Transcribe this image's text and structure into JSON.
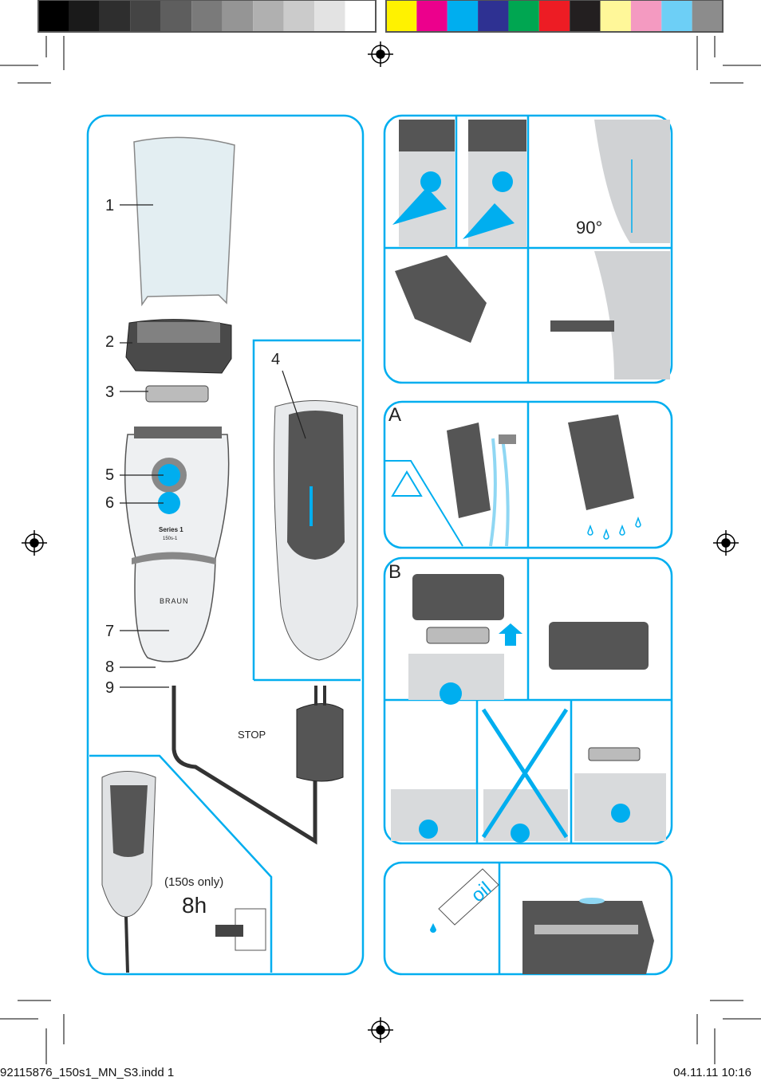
{
  "color_bar": {
    "grays": [
      "#000000",
      "#1a1a1a",
      "#2e2e2e",
      "#444444",
      "#5e5e5e",
      "#7a7a7a",
      "#959595",
      "#b0b0b0",
      "#cbcbcb",
      "#e3e3e3",
      "#ffffff"
    ],
    "colors": [
      "#fff200",
      "#ec008c",
      "#00aeef",
      "#2e3192",
      "#00a651",
      "#ed1c24",
      "#231f20",
      "#fff799",
      "#f49ac1",
      "#6dcff6",
      "#8c8c8c"
    ]
  },
  "accent_color": "#00aeef",
  "parts": {
    "n1": "1",
    "n2": "2",
    "n3": "3",
    "n4": "4",
    "n5": "5",
    "n6": "6",
    "n7": "7",
    "n8": "8",
    "n9": "9",
    "model_name": "Series 1",
    "model_number": "150s-1",
    "brand": "BRAUN",
    "stop": "STOP",
    "charge_note": "(150s only)",
    "charge_time": "8h"
  },
  "panels": {
    "angle": "90°",
    "section_a": "A",
    "section_b": "B",
    "oil": "oil"
  },
  "footer": {
    "file": "92115876_150s1_MN_S3.indd   1",
    "date_time": "04.11.11   10:16"
  }
}
